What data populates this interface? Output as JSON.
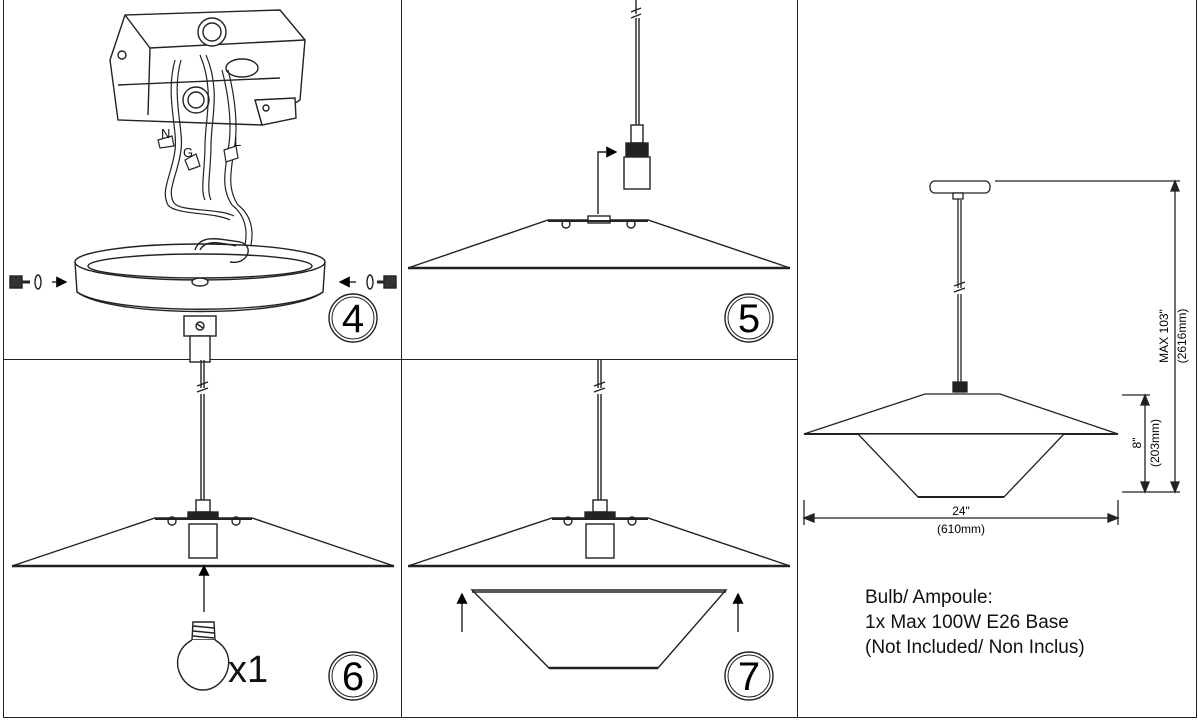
{
  "panels": {
    "step4": {
      "step_number": "4",
      "wire_labels": {
        "neutral": "N",
        "ground": "G",
        "live": "L"
      }
    },
    "step5": {
      "step_number": "5"
    },
    "step6": {
      "step_number": "6",
      "bulb_qty": "x1"
    },
    "step7": {
      "step_number": "7"
    },
    "specs": {
      "height_max": "MAX 103\"",
      "height_max_mm": "(2616mm)",
      "shade_height": "8\"",
      "shade_height_mm": "(203mm)",
      "width": "24\"",
      "width_mm": "(610mm)",
      "bulb_heading": "Bulb/ Ampoule:",
      "bulb_spec": "1x Max 100W E26 Base",
      "bulb_note": "(Not Included/ Non Inclus)"
    }
  }
}
